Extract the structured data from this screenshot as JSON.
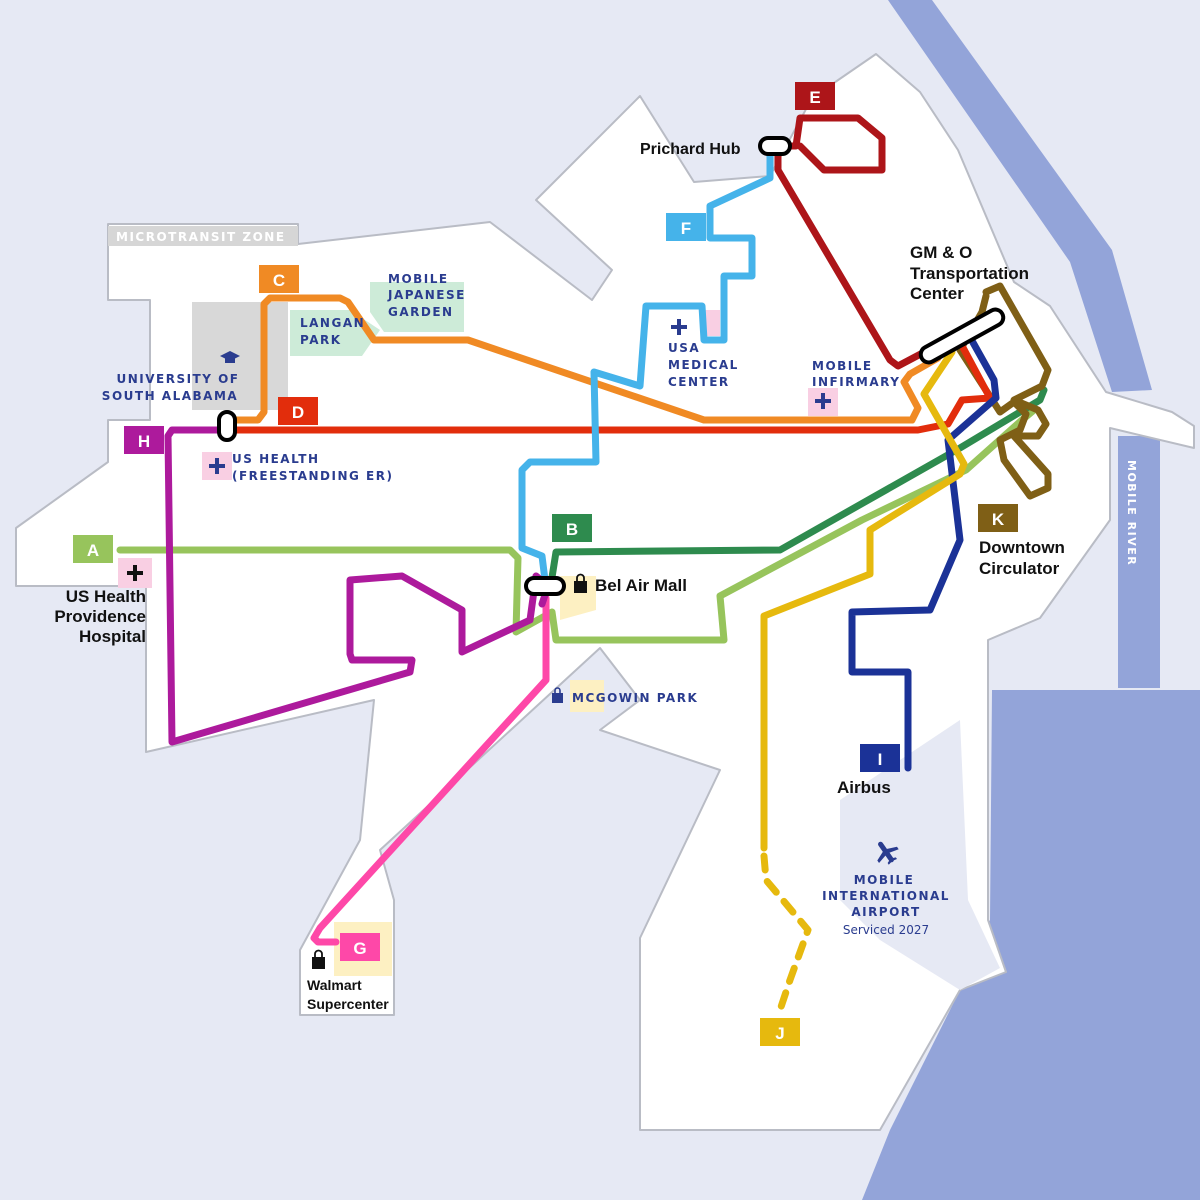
{
  "colors": {
    "background": "#e6e9f4",
    "zone_fill": "#ffffff",
    "zone_border": "#b9bcc5",
    "water": "#93a4d9",
    "label_blue": "#2a3c8f",
    "park_green": "#cdebd8",
    "hospital_pink": "#f9cfe3",
    "mall_yellow": "#fdf0c2",
    "campus_gray": "#d8d8d8"
  },
  "map": {
    "zone_label": "MICROTRANSIT ZONE",
    "river_label": "MOBILE RIVER"
  },
  "routes": [
    {
      "id": "A",
      "label": "A",
      "color": "#97c45c"
    },
    {
      "id": "B",
      "label": "B",
      "color": "#2e8b4e"
    },
    {
      "id": "C",
      "label": "C",
      "color": "#f08a24"
    },
    {
      "id": "D",
      "label": "D",
      "color": "#e22d0c"
    },
    {
      "id": "E",
      "label": "E",
      "color": "#ad1519"
    },
    {
      "id": "F",
      "label": "F",
      "color": "#45b3ea"
    },
    {
      "id": "G",
      "label": "G",
      "color": "#fe48a8"
    },
    {
      "id": "H",
      "label": "H",
      "color": "#ad1a9c"
    },
    {
      "id": "I",
      "label": "I",
      "color": "#1b3297"
    },
    {
      "id": "J",
      "label": "J",
      "color": "#e6b90e"
    },
    {
      "id": "K",
      "label": "K",
      "color": "#7f5f16"
    }
  ],
  "places": {
    "prichard_hub": "Prichard Hub",
    "gmo_line1": "GM & O",
    "gmo_line2": "Transportation",
    "gmo_line3": "Center",
    "bel_air": "Bel Air Mall",
    "downtown_line1": "Downtown",
    "downtown_line2": "Circulator",
    "airbus": "Airbus",
    "walmart_line1": "Walmart",
    "walmart_line2": "Supercenter",
    "providence_line1": "US Health",
    "providence_line2": "Providence",
    "providence_line3": "Hospital"
  },
  "landmarks": {
    "japanese_line1": "MOBILE",
    "japanese_line2": "JAPANESE",
    "japanese_line3": "GARDEN",
    "langan_line1": "LANGAN",
    "langan_line2": "PARK",
    "usa_line1": "UNIVERSITY OF",
    "usa_line2": "SOUTH ALABAMA",
    "usa_med_line1": "USA",
    "usa_med_line2": "MEDICAL",
    "usa_med_line3": "CENTER",
    "infirmary_line1": "MOBILE",
    "infirmary_line2": "INFIRMARY",
    "us_health_er_line1": "US HEALTH",
    "us_health_er_line2": "(FREESTANDING ER)",
    "mcgowin": "MCGOWIN PARK",
    "airport_line1": "MOBILE",
    "airport_line2": "INTERNATIONAL",
    "airport_line3": "AIRPORT",
    "airport_note": "Serviced 2027"
  }
}
